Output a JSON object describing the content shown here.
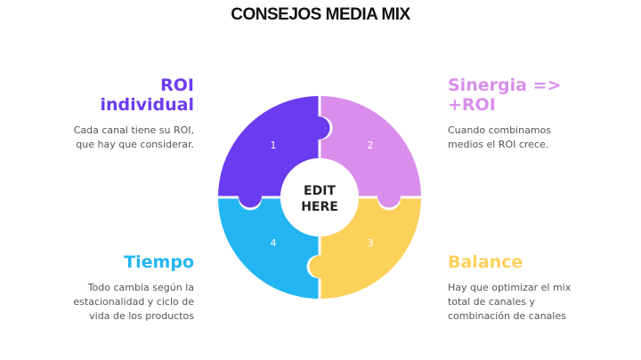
{
  "title": "CONSEJOS MEDIA MIX",
  "center": {
    "line1": "EDIT",
    "line2": "HERE"
  },
  "colors": {
    "piece1": "#6B3BF0",
    "piece2": "#D98EEB",
    "piece3": "#FCD15A",
    "piece4": "#22B5F2"
  },
  "pieces": [
    {
      "number": "1"
    },
    {
      "number": "2"
    },
    {
      "number": "3"
    },
    {
      "number": "4"
    }
  ],
  "blocks": {
    "roi": {
      "heading_line1": "ROI",
      "heading_line2": "individual",
      "desc_line1": "Cada canal tiene su ROI,",
      "desc_line2": "que hay que considerar.",
      "color": "#6B3BF0"
    },
    "sinergia": {
      "heading_line1": "Sinergia =>",
      "heading_line2": "+ROI",
      "desc_line1": "Cuando combinamos",
      "desc_line2": "medios el ROI crece.",
      "color": "#D98EEB"
    },
    "tiempo": {
      "heading": "Tiempo",
      "desc_line1": "Todo cambia según la",
      "desc_line2": "estacionalidad y ciclo de",
      "desc_line3": "vida de los productos",
      "color": "#22B5F2"
    },
    "balance": {
      "heading": "Balance",
      "desc_line1": "Hay que optimizar el mix",
      "desc_line2": "total de canales y",
      "desc_line3": "combinación de canales",
      "color": "#FCD15A"
    }
  }
}
